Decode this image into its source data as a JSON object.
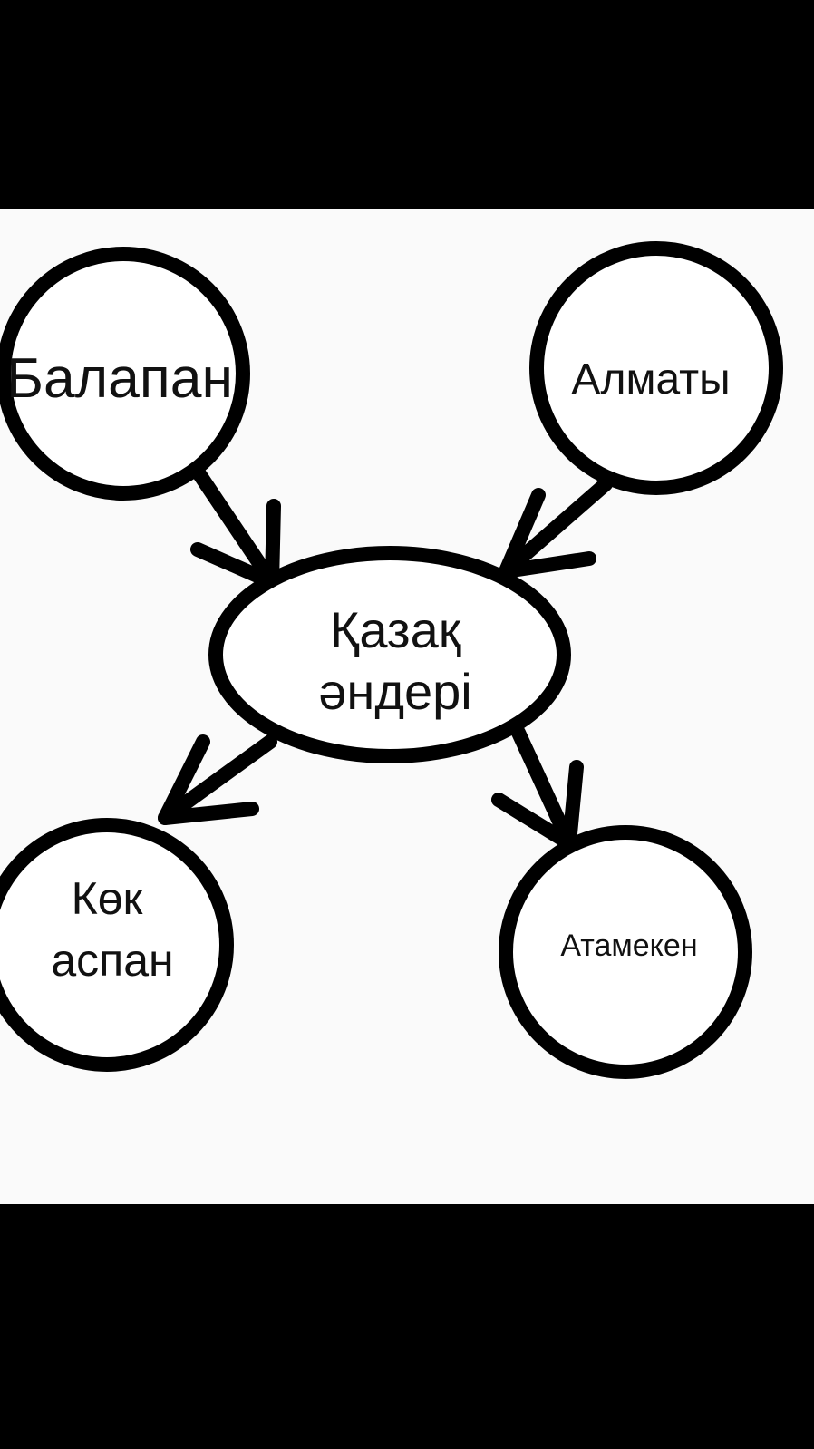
{
  "colors": {
    "background": "#fafafa",
    "letterbox": "#000000",
    "stroke": "#000000",
    "text": "#111111"
  },
  "nodes": {
    "center": {
      "lines": [
        "Қазақ",
        "әндері"
      ]
    },
    "top_left": {
      "lines": [
        "Балапан"
      ]
    },
    "top_right": {
      "lines": [
        "Алматы"
      ]
    },
    "bottom_left": {
      "lines": [
        "Көк",
        "аспан"
      ]
    },
    "bottom_right": {
      "lines": [
        "Атамекен"
      ]
    }
  },
  "edges": [
    {
      "from": "top_left",
      "to": "center"
    },
    {
      "from": "top_right",
      "to": "center"
    },
    {
      "from": "center",
      "to": "bottom_left"
    },
    {
      "from": "center",
      "to": "bottom_right"
    }
  ]
}
